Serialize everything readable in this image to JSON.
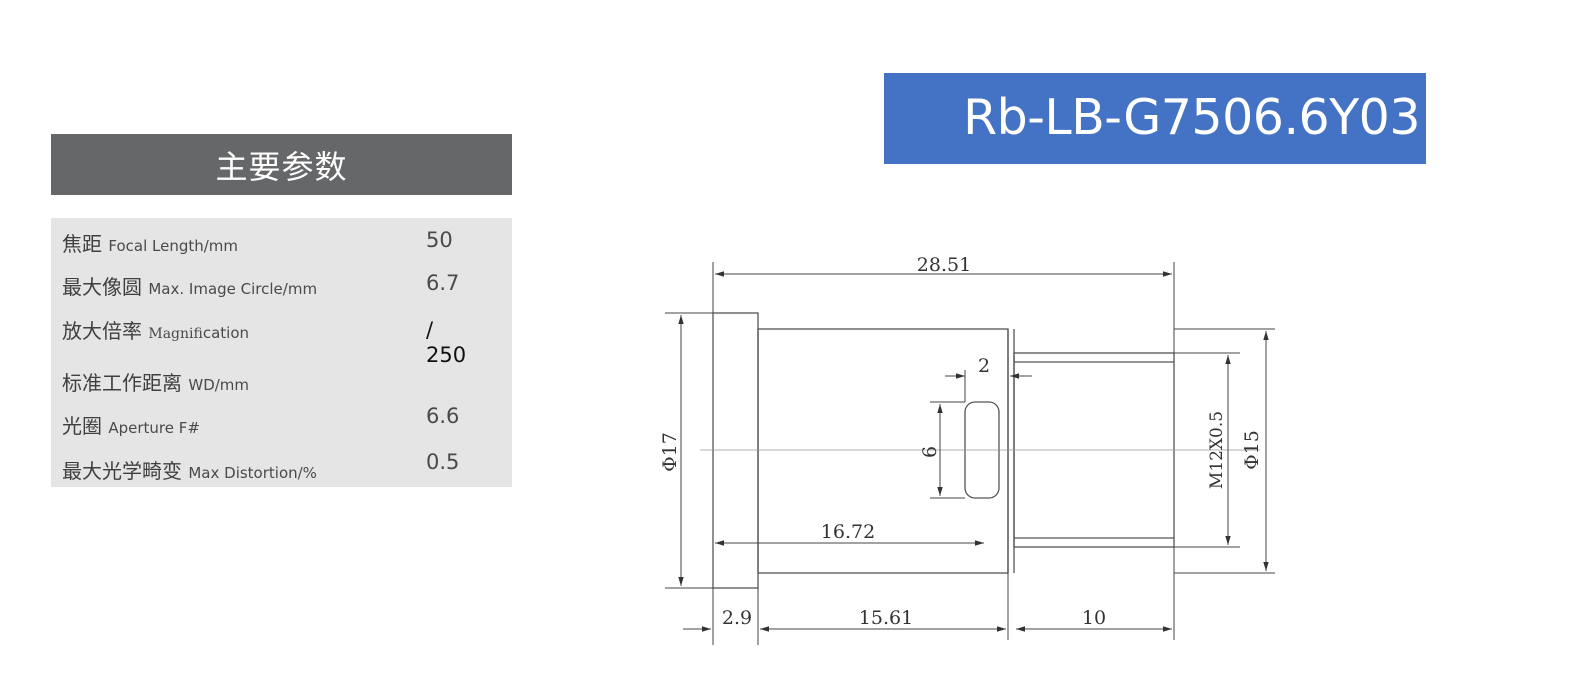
{
  "model": {
    "title": "Rb-LB-G7506.6Y03"
  },
  "params": {
    "heading": "主要参数",
    "rows": [
      {
        "label_cn": "焦距",
        "label_en": "Focal Length/mm",
        "value": "50"
      },
      {
        "label_cn": "最大像圆",
        "label_en": "Max. Image Circle/mm",
        "value": "6.7"
      },
      {
        "label_cn": "放大倍率",
        "label_en_serif": "Magnifi",
        "label_en": "cation",
        "value": "/"
      },
      {
        "label_cn": "标准工作距离",
        "label_en": "WD/mm",
        "value": "250"
      },
      {
        "label_cn": "光圈",
        "label_en": "Aperture F#",
        "value": "6.6"
      },
      {
        "label_cn": "最大光学畸变",
        "label_en": "Max Distortion/%",
        "value": "0.5"
      }
    ]
  },
  "drawing": {
    "dimensions": {
      "overall_length": "28.51",
      "slot_width": "2",
      "slot_height": "6",
      "front_diameter": "Φ17",
      "rear_diameter": "Φ15",
      "thread": "M12X0.5",
      "slot_position": "16.72",
      "flange_length": "2.9",
      "body_length": "15.61",
      "mount_length": "10"
    }
  },
  "colors": {
    "accent": "#4472c4",
    "header": "#666769",
    "panel": "#e5e5e5"
  }
}
